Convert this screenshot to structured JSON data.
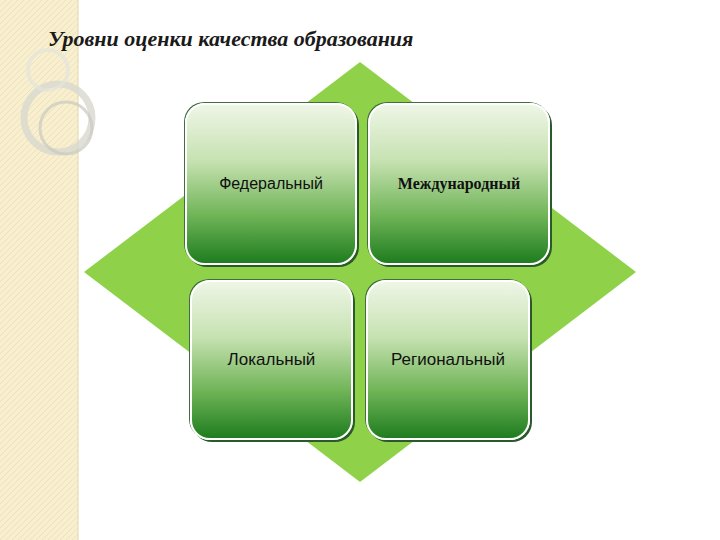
{
  "diagram": {
    "title": "Уровни оценки качества образования",
    "nodes": [
      {
        "text": [
          "Федеральный"
        ]
      },
      {
        "text": [
          "Международный"
        ]
      },
      {
        "text": [
          "Локальный"
        ]
      },
      {
        "text": [
          "Региональный"
        ]
      }
    ]
  }
}
